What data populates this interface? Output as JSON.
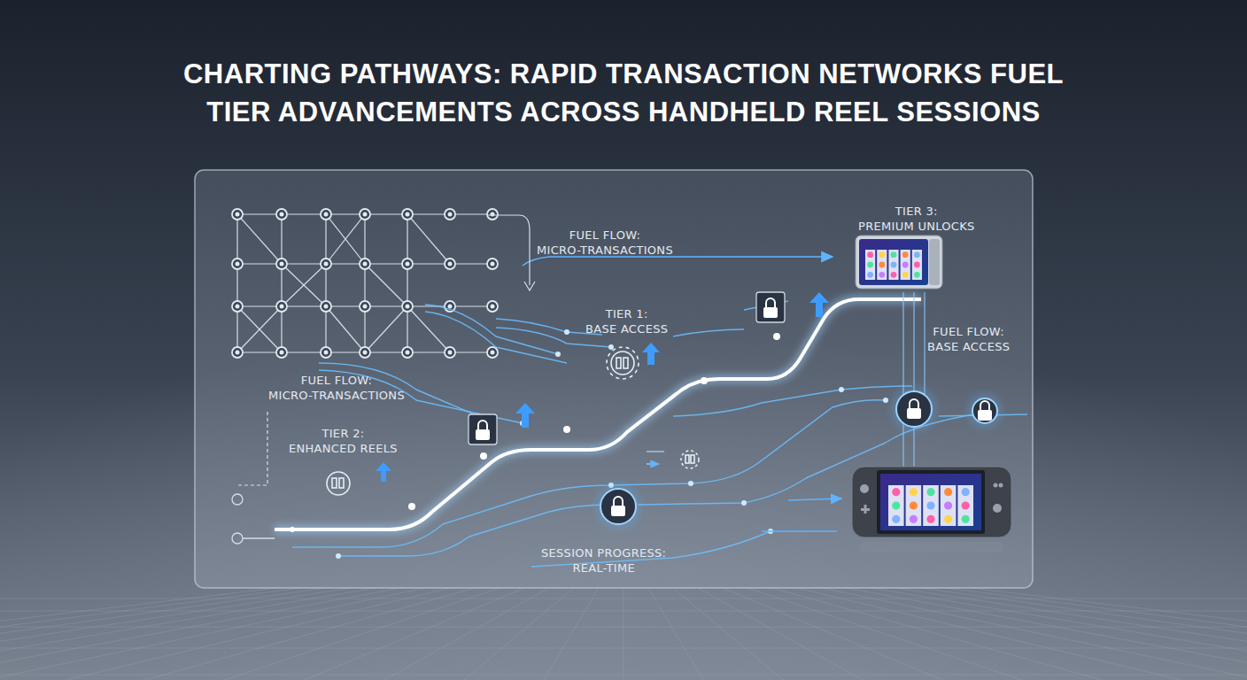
{
  "diagram": {
    "title": "CHARTING PATHWAYS: RAPID TRANSACTION NETWORKS FUEL TIER ADVANCEMENTS ACROSS HANDHELD REEL SESSIONS",
    "labels": [
      "FUEL FLOW: MICRO-TRANSACTIONS",
      "TIER 3: PREMIUM UNLOCKS",
      "TIER 1: BASE ACCESS",
      "FUEL FLOW: BASE ACCESS",
      "FUEL FLOW: MICRO-TRANSACTIONS",
      "TIER 2: ENHANCED REELS",
      "SESSION PROGRESS: REAL-TIME"
    ]
  }
}
